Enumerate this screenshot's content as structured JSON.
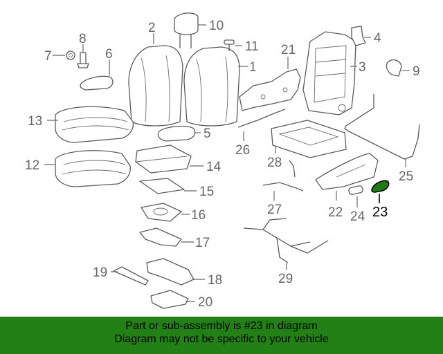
{
  "diagram": {
    "callouts": [
      "1",
      "2",
      "3",
      "4",
      "5",
      "6",
      "7",
      "8",
      "9",
      "10",
      "11",
      "12",
      "13",
      "14",
      "15",
      "16",
      "17",
      "18",
      "19",
      "20",
      "21",
      "22",
      "23",
      "24",
      "25",
      "26",
      "27",
      "28",
      "29"
    ],
    "highlighted_part": "23",
    "colors": {
      "highlight_fill": "#1f7a17",
      "line": "#5a5a5a",
      "label": "#666666"
    }
  },
  "footer": {
    "line1": "Part or sub-assembly is #23 in diagram",
    "line2": "Diagram may not be specific to your vehicle",
    "background": "#238017"
  }
}
